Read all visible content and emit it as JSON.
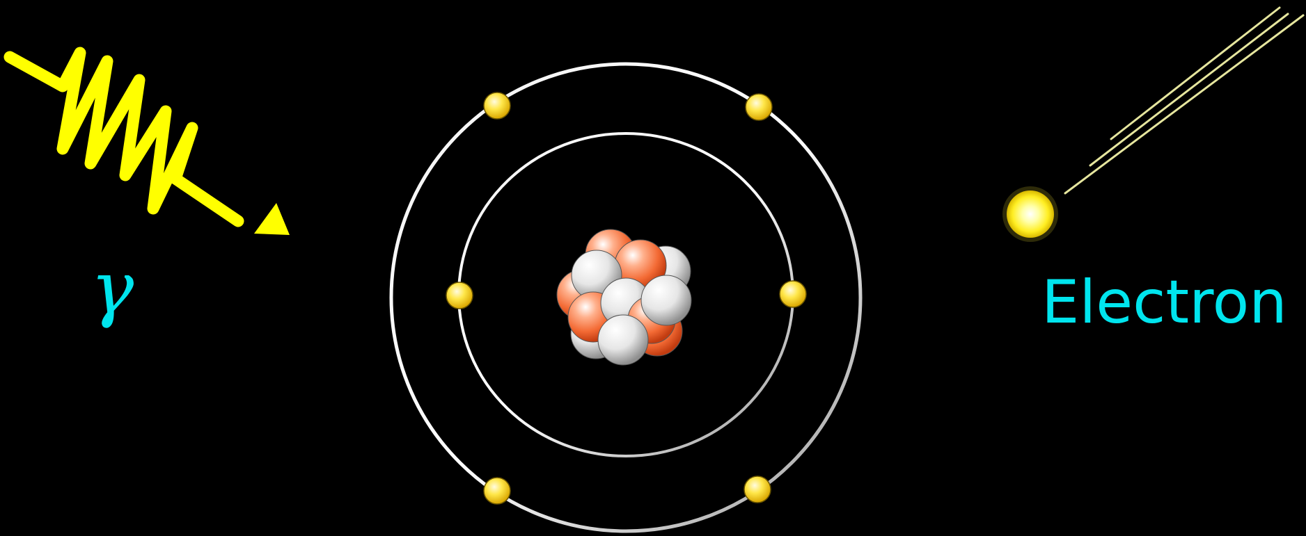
{
  "labels": {
    "gamma": "γ",
    "electron": "Electron"
  },
  "colors": {
    "background": "#000000",
    "photon_wave": "#ffff00",
    "label_text": "#00e5ee",
    "orbit": "#dcdcdc",
    "electron": "#ffe14d",
    "proton": "#f07040",
    "neutron": "#e8e8e8",
    "trail": "#e0e0a0"
  },
  "atom": {
    "shells": [
      {
        "electron_count": 2
      },
      {
        "electron_count": 4
      }
    ],
    "nucleus": {
      "protons": 6,
      "neutrons": 6
    }
  },
  "icons": {
    "photon": "wavy-arrow-icon",
    "free_electron": "glowing-ball-icon"
  }
}
